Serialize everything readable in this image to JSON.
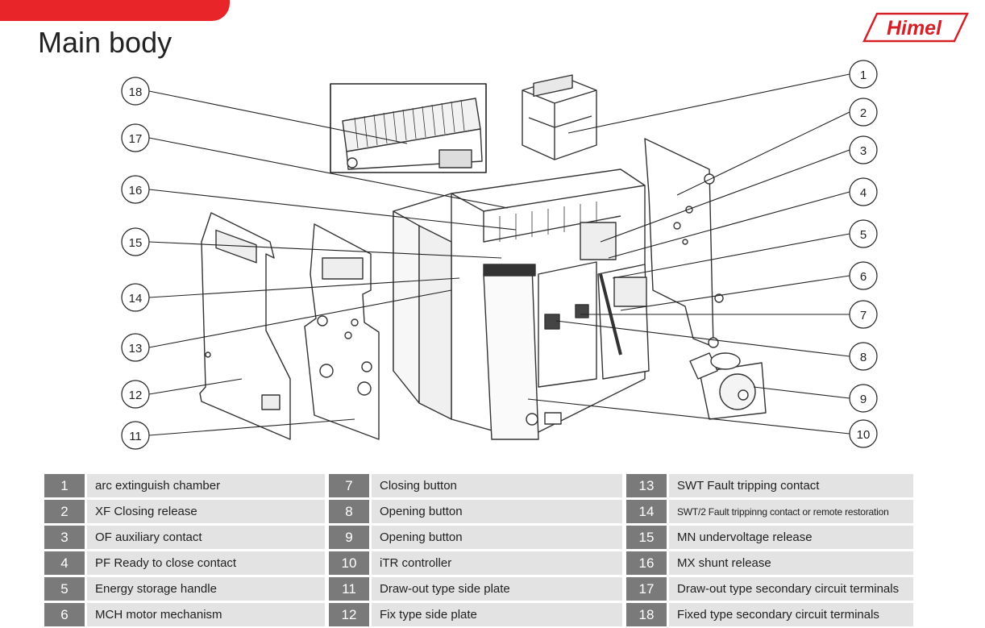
{
  "header": {
    "title": "Main body",
    "brand": "Himel",
    "accent_color": "#e8262a"
  },
  "callouts": [
    {
      "n": "1"
    },
    {
      "n": "2"
    },
    {
      "n": "3"
    },
    {
      "n": "4"
    },
    {
      "n": "5"
    },
    {
      "n": "6"
    },
    {
      "n": "7"
    },
    {
      "n": "8"
    },
    {
      "n": "9"
    },
    {
      "n": "10"
    },
    {
      "n": "11"
    },
    {
      "n": "12"
    },
    {
      "n": "13"
    },
    {
      "n": "14"
    },
    {
      "n": "15"
    },
    {
      "n": "16"
    },
    {
      "n": "17"
    },
    {
      "n": "18"
    }
  ],
  "legend": {
    "rows": [
      [
        {
          "n": "1",
          "label": "arc extinguish chamber"
        },
        {
          "n": "7",
          "label": "Closing button"
        },
        {
          "n": "13",
          "label": "SWT Fault tripping contact"
        }
      ],
      [
        {
          "n": "2",
          "label": "XF Closing release"
        },
        {
          "n": "8",
          "label": "Opening button"
        },
        {
          "n": "14",
          "label": "SWT/2 Fault trippinng contact or remote restoration"
        }
      ],
      [
        {
          "n": "3",
          "label": "OF auxiliary contact"
        },
        {
          "n": "9",
          "label": "Opening button"
        },
        {
          "n": "15",
          "label": "MN undervoltage release"
        }
      ],
      [
        {
          "n": "4",
          "label": "PF Ready to close contact"
        },
        {
          "n": "10",
          "label": "iTR controller"
        },
        {
          "n": "16",
          "label": "MX shunt release"
        }
      ],
      [
        {
          "n": "5",
          "label": "Energy storage handle"
        },
        {
          "n": "11",
          "label": "Draw-out type side plate"
        },
        {
          "n": "17",
          "label": "Draw-out type secondary circuit terminals"
        }
      ],
      [
        {
          "n": "6",
          "label": "MCH motor mechanism"
        },
        {
          "n": "12",
          "label": "Fix type side plate"
        },
        {
          "n": "18",
          "label": "Fixed type secondary circuit terminals"
        }
      ]
    ]
  }
}
